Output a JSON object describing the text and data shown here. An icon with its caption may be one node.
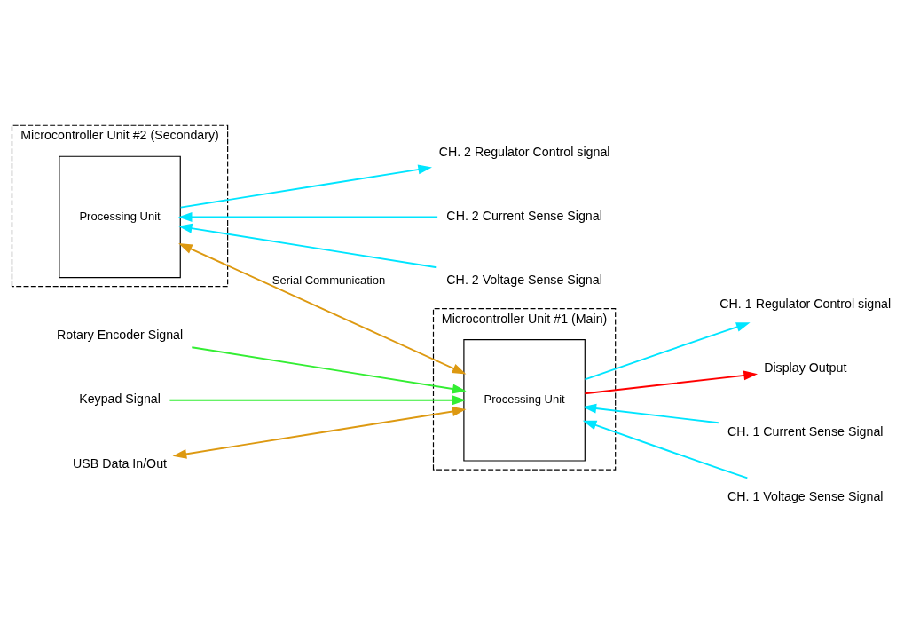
{
  "diagram": {
    "nodes": [
      {
        "text": [
          "Microcontroller Unit #1 (Main)"
        ]
      },
      {
        "text": [
          "Processing Unit"
        ],
        "in": 0
      },
      {
        "text": [
          "Microcontroller Unit #2 (Secondary)"
        ]
      },
      {
        "text": [
          "Processing Unit"
        ],
        "in": 2
      },
      {
        "text": [
          "Rotary Encoder Signal"
        ]
      },
      {
        "text": [
          "Keypad Signal"
        ]
      },
      {
        "text": [
          "USB Data In/Out"
        ]
      },
      {
        "text": [
          "CH. 1 Regulator Control signal"
        ]
      },
      {
        "text": [
          "Display Output"
        ]
      },
      {
        "text": [
          "CH. 1 Current Sense Signal"
        ]
      },
      {
        "text": [
          "CH. 1 Voltage Sense Signal"
        ]
      },
      {
        "text": [
          "CH. 2 Regulator Control signal"
        ]
      },
      {
        "text": [
          "CH. 2 Current Sense Signal"
        ]
      },
      {
        "text": [
          "CH. 2 Voltage Sense Signal"
        ]
      }
    ],
    "edges": [
      {
        "from": 4,
        "to": 1,
        "arrow": "to",
        "color": "#33ee33"
      },
      {
        "from": 5,
        "to": 1,
        "arrow": "to",
        "color": "#33ee33"
      },
      {
        "from": 6,
        "to": 1,
        "arrow": "both",
        "color": "#dd9911"
      },
      {
        "from": 1,
        "to": 7,
        "arrow": "to"
      },
      {
        "from": 1,
        "to": 8,
        "arrow": "to",
        "color": "#ff0000"
      },
      {
        "from": 9,
        "to": 1,
        "arrow": "to"
      },
      {
        "from": 10,
        "to": 1,
        "arrow": "to"
      },
      {
        "from": 1,
        "to": 3,
        "arrow": "both",
        "label": "Serial Communication",
        "color": "#dd9911"
      },
      {
        "from": 3,
        "to": 11,
        "arrow": "to"
      },
      {
        "from": 12,
        "to": 3,
        "arrow": "to"
      },
      {
        "from": 13,
        "to": 3,
        "arrow": "to"
      }
    ]
  }
}
